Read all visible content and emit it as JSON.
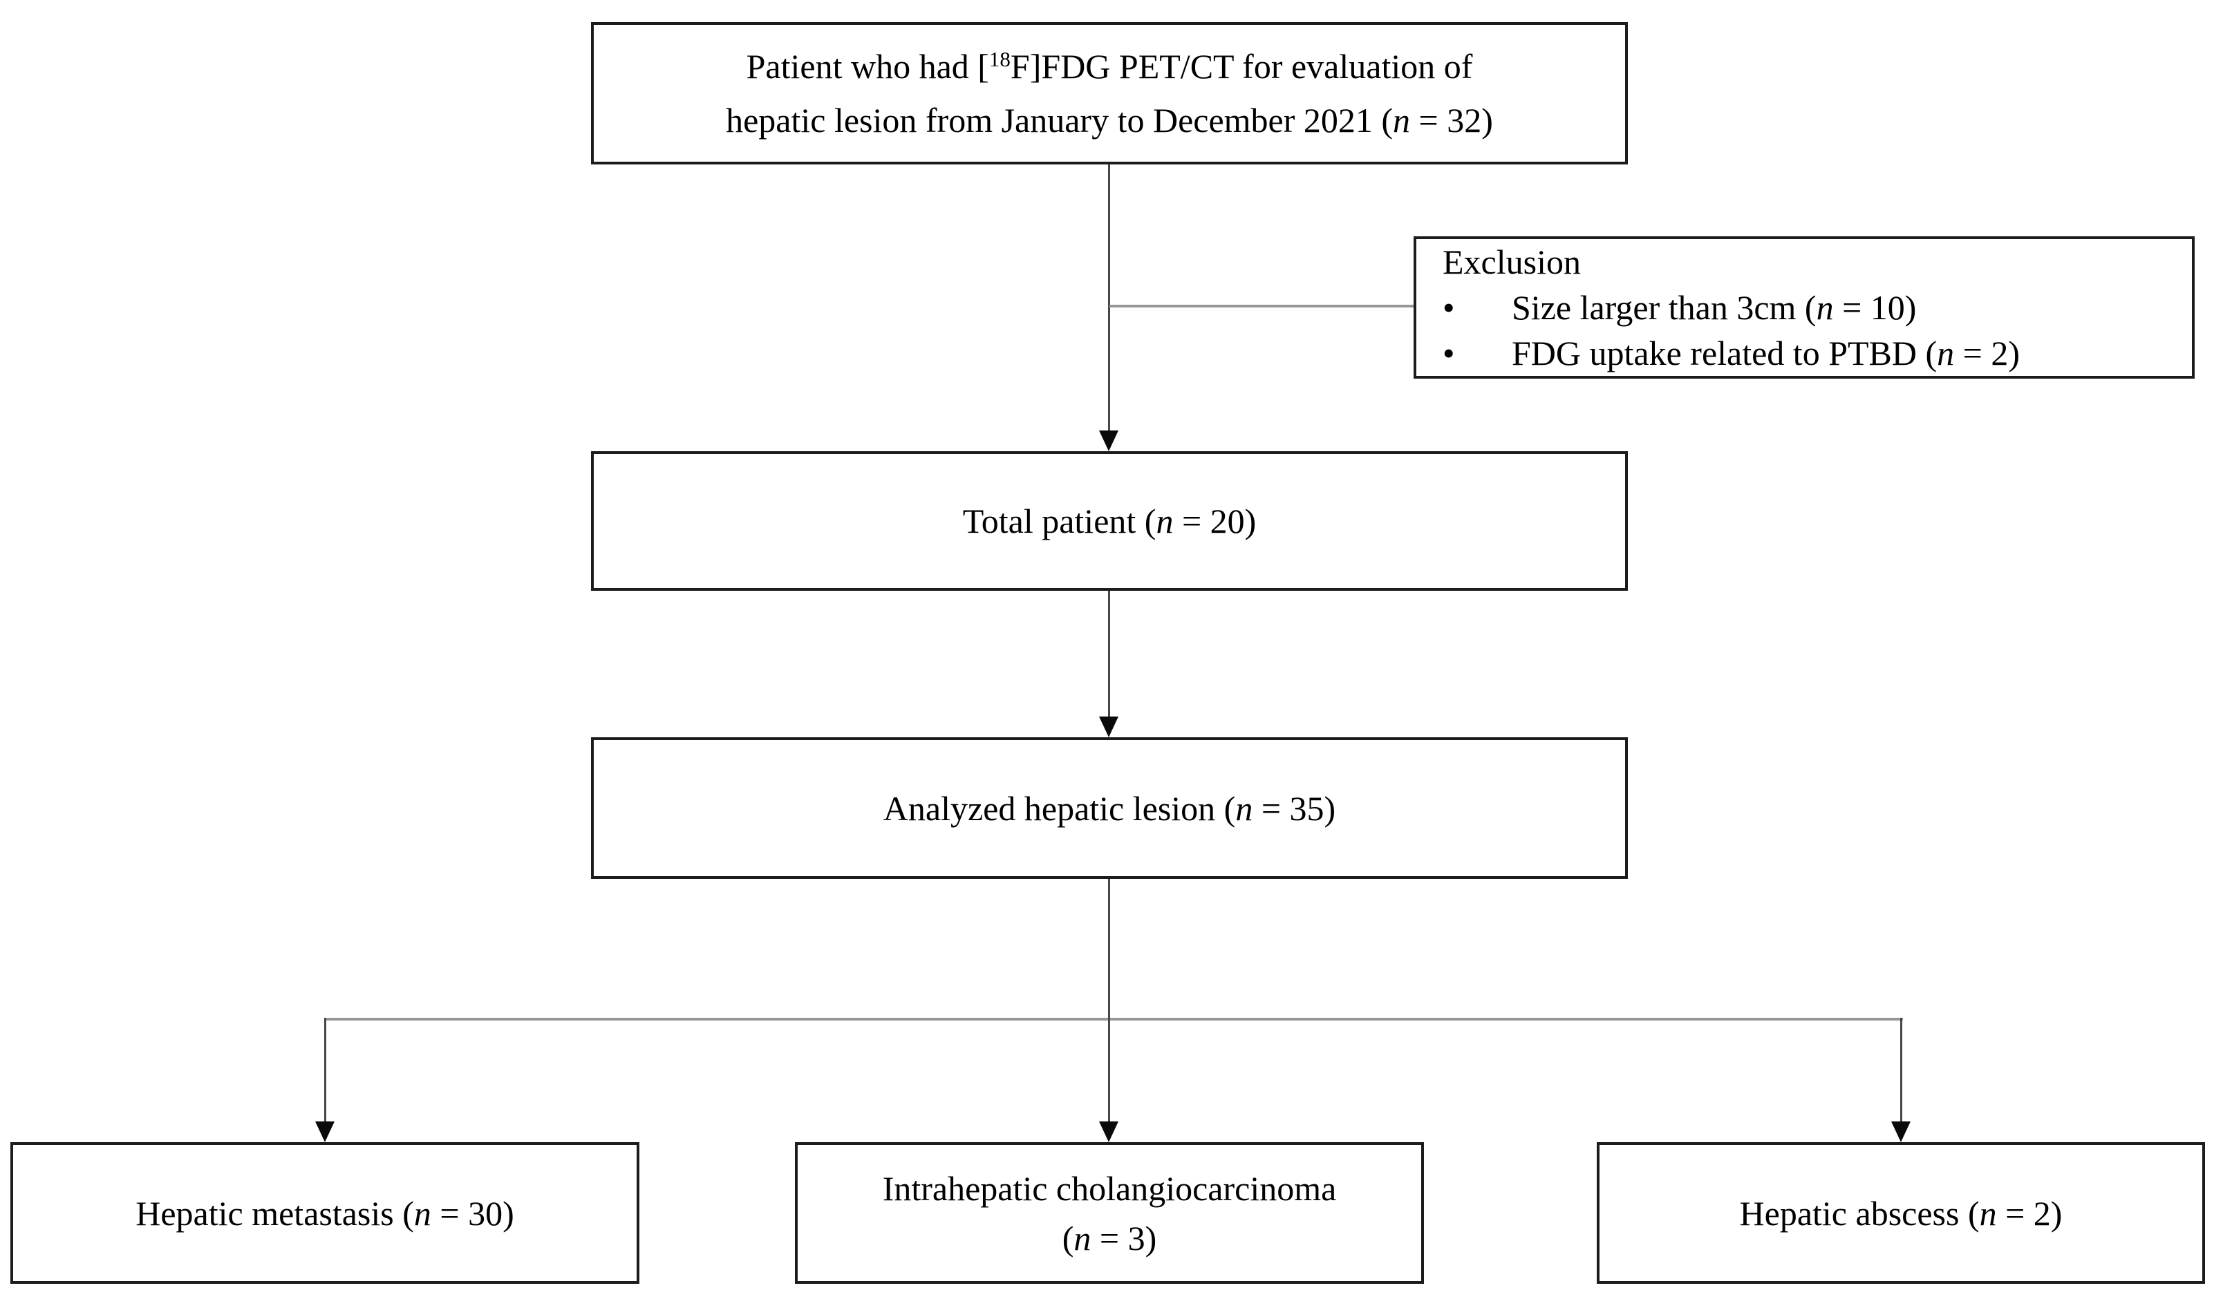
{
  "diagram": {
    "type": "flowchart",
    "nodes": {
      "enrollment": {
        "line1_pre": "Patient who had [",
        "line1_sup": "18",
        "line1_post": "F]FDG PET/CT for evaluation of",
        "line2_pre": "hepatic lesion from January to December 2021 (",
        "line2_n": "n",
        "line2_post": " = 32)"
      },
      "exclusion": {
        "title": "Exclusion",
        "bullet_char": "•",
        "items": [
          {
            "pre": "Size larger than 3cm (",
            "n": "n",
            "post": " = 10)"
          },
          {
            "pre": "FDG uptake related to PTBD (",
            "n": "n",
            "post": " = 2)"
          }
        ]
      },
      "total": {
        "pre": "Total patient (",
        "n": "n",
        "post": " = 20)"
      },
      "analyzed": {
        "pre": "Analyzed hepatic lesion (",
        "n": "n",
        "post": " = 35)"
      },
      "metastasis": {
        "pre": "Hepatic metastasis (",
        "n": "n",
        "post": " = 30)"
      },
      "cholangiocarcinoma": {
        "line1": "Intrahepatic cholangiocarcinoma",
        "line2_pre": "(",
        "line2_n": "n",
        "line2_post": " = 3)"
      },
      "abscess": {
        "pre": "Hepatic abscess (",
        "n": "n",
        "post": " = 2)"
      }
    },
    "colors": {
      "background": "#ffffff",
      "box_border": "#1c1c1c",
      "text": "#000000",
      "connector_dark": "#464646",
      "connector_gray": "#979797",
      "arrowhead": "#0a0a0a"
    }
  }
}
